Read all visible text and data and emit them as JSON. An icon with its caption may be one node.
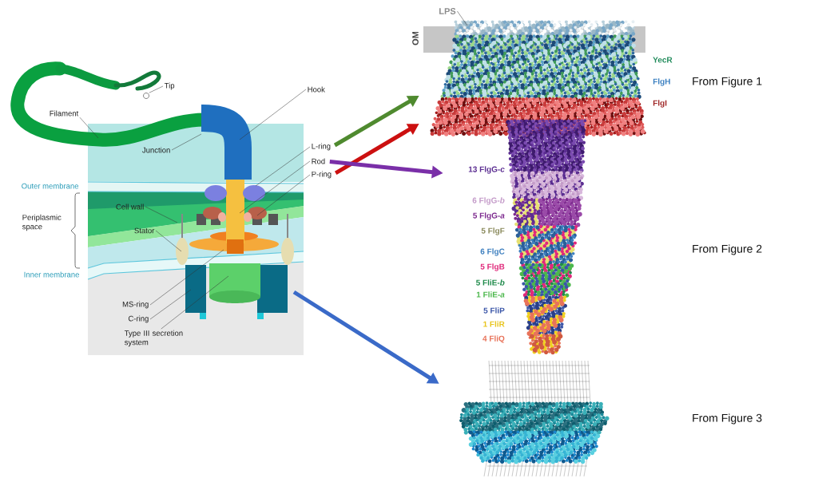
{
  "diagram": {
    "nodes": [
      {
        "text": [
          "Tip"
        ]
      },
      {
        "text": [
          "Filament"
        ]
      },
      {
        "text": [
          "Hook"
        ]
      },
      {
        "text": [
          "Junction"
        ]
      },
      {
        "text": [
          "L-ring"
        ]
      },
      {
        "text": [
          "Rod"
        ]
      },
      {
        "text": [
          "P-ring"
        ]
      },
      {
        "text": [
          "Outer membrane"
        ]
      },
      {
        "text": [
          "Periplasmic space"
        ]
      },
      {
        "text": [
          "Cell wall"
        ]
      },
      {
        "text": [
          "Stator"
        ]
      },
      {
        "text": [
          "Inner membrane"
        ]
      },
      {
        "text": [
          "MS-ring"
        ]
      },
      {
        "text": [
          "C-ring"
        ]
      },
      {
        "text": [
          "Type III secretion system"
        ]
      },
      {
        "text": [
          "LPS"
        ]
      },
      {
        "text": [],
        "shape": "picture",
        "beside": [
          "OM",
          "YecR",
          "FlgH",
          "FlgI"
        ]
      },
      {
        "text": [],
        "shape": "picture",
        "beside": [
          "13 FlgG-*c*",
          "6 FlgG-*b*",
          "5 FlgG-*a*",
          "5 FlgF",
          "6 FlgC",
          "5 FlgB",
          "5 FliE-*b*",
          "1 FliE-*a*",
          "5 FliP",
          "1 FliR",
          "4 FliQ"
        ]
      },
      {
        "text": [],
        "shape": "picture"
      },
      {
        "text": [],
        "shape": "circle"
      }
    ],
    "edges": [
      {
        "from": 0,
        "to": 19,
        "arrow": "none"
      },
      {
        "from": 1,
        "to": null,
        "arrow": "none"
      },
      {
        "from": 2,
        "to": null,
        "arrow": "none"
      },
      {
        "from": 3,
        "to": null,
        "arrow": "none"
      },
      {
        "from": 4,
        "to": null,
        "arrow": "none"
      },
      {
        "from": 5,
        "to": null,
        "arrow": "none"
      },
      {
        "from": 6,
        "to": null,
        "arrow": "none"
      },
      {
        "from": 9,
        "to": null,
        "arrow": "none"
      },
      {
        "from": 10,
        "to": null,
        "arrow": "none"
      },
      {
        "from": 12,
        "to": null,
        "arrow": "none"
      },
      {
        "from": 13,
        "to": null,
        "arrow": "none"
      },
      {
        "from": 14,
        "to": null,
        "arrow": "none"
      },
      {
        "from": 15,
        "to": 16,
        "arrow": "none"
      },
      {
        "from": 4,
        "to": 16,
        "arrow": "to",
        "style": "thick",
        "color": "#4f8a2f"
      },
      {
        "from": 6,
        "to": 16,
        "arrow": "to",
        "style": "thick",
        "color": "#cc1010"
      },
      {
        "from": 5,
        "to": 17,
        "arrow": "to",
        "style": "thick",
        "color": "#7a2fa8"
      },
      {
        "from": null,
        "to": 18,
        "arrow": "to",
        "style": "thick",
        "color": "#3a6ac8"
      }
    ],
    "labels": [
      "From Figure 1",
      "From Figure 2",
      "From Figure 3"
    ]
  }
}
